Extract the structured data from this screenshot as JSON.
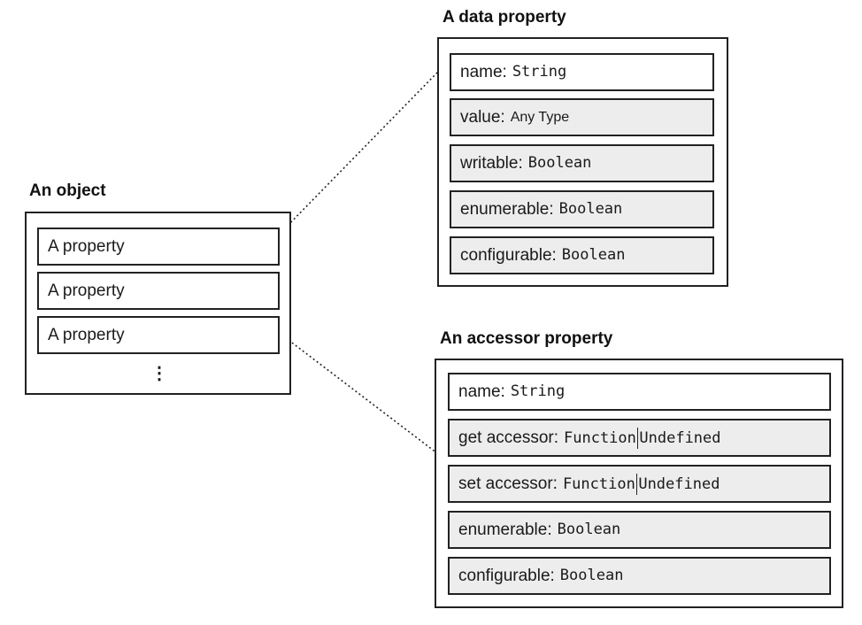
{
  "object": {
    "heading": "An object",
    "rows": [
      "A property",
      "A property",
      "A property"
    ],
    "ellipsis": "⋮"
  },
  "data_property": {
    "heading": "A data property",
    "rows": [
      {
        "label": "name:",
        "type": "String"
      },
      {
        "label": "value:",
        "type": "Any Type"
      },
      {
        "label": "writable:",
        "type": "Boolean"
      },
      {
        "label": "enumerable:",
        "type": "Boolean"
      },
      {
        "label": "configurable:",
        "type": "Boolean"
      }
    ]
  },
  "accessor_property": {
    "heading": "An accessor property",
    "rows": [
      {
        "label": "name:",
        "type": "String"
      },
      {
        "label": "get accessor:",
        "type_a": "Function",
        "type_b": "Undefined"
      },
      {
        "label": "set accessor:",
        "type_a": "Function",
        "type_b": "Undefined"
      },
      {
        "label": "enumerable:",
        "type": "Boolean"
      },
      {
        "label": "configurable:",
        "type": "Boolean"
      }
    ]
  }
}
